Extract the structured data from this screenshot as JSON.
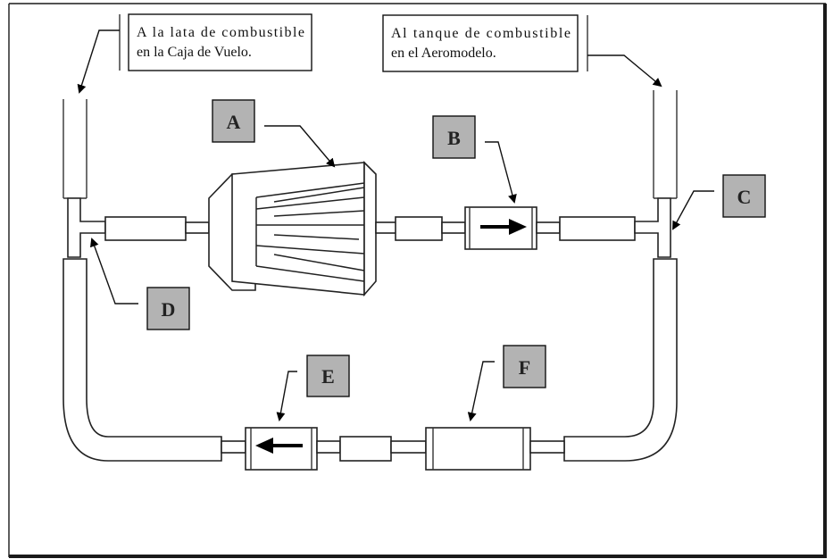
{
  "diagram": {
    "type": "fuel-system-schematic",
    "notes": {
      "left": {
        "line1": "A la lata de combustible",
        "line2": "en la Caja de Vuelo."
      },
      "right": {
        "line1": "Al tanque de combustible",
        "line2": "en el Aeromodelo."
      }
    },
    "labels": {
      "A": "A",
      "B": "B",
      "C": "C",
      "D": "D",
      "E": "E",
      "F": "F"
    },
    "components": [
      {
        "tag": "A",
        "kind": "fuel-pump"
      },
      {
        "tag": "B",
        "kind": "check-valve",
        "flow_direction": "right"
      },
      {
        "tag": "C",
        "kind": "tee-fitting"
      },
      {
        "tag": "D",
        "kind": "tee-fitting"
      },
      {
        "tag": "E",
        "kind": "check-valve",
        "flow_direction": "left"
      },
      {
        "tag": "F",
        "kind": "filter"
      }
    ],
    "colors": {
      "tag_fill": "#b3b3b3",
      "line": "#111111",
      "background": "#ffffff"
    }
  }
}
